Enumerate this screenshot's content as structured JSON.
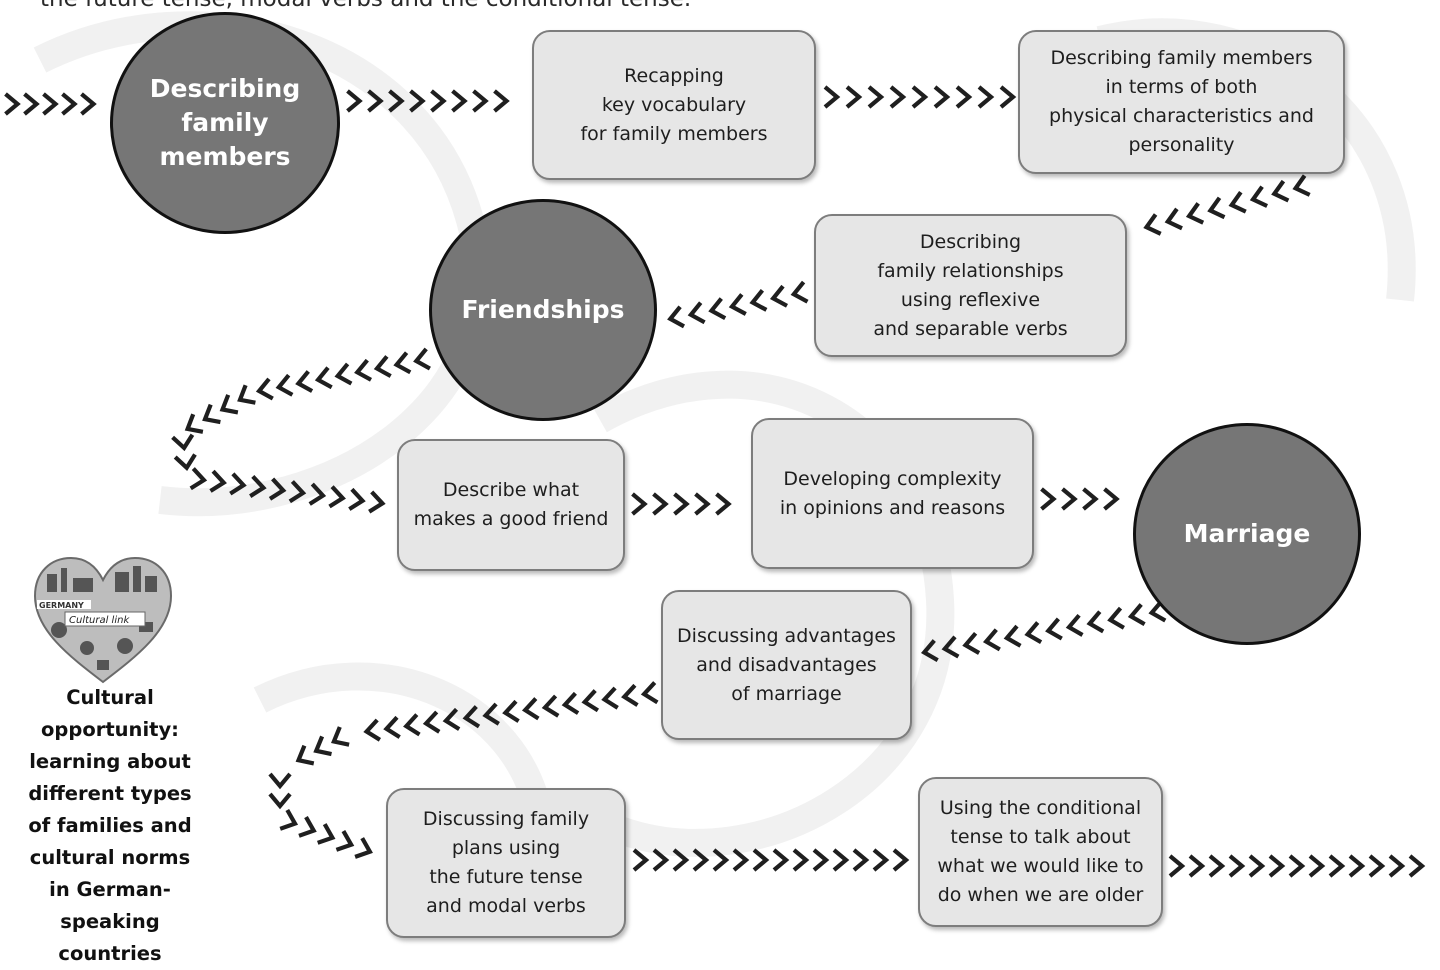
{
  "intro_text": "the future tense, modal verbs and the conditional tense.",
  "topics": {
    "family": "Describing family members",
    "friendships": "Friendships",
    "marriage": "Marriage"
  },
  "steps": {
    "recap": "Recapping\nkey vocabulary\nfor family members",
    "describe_members": "Describing family members\nin terms of both\nphysical characteristics and\npersonality",
    "relationships": "Describing\nfamily relationships\nusing reflexive\nand separable verbs",
    "good_friend": "Describe what\nmakes a good friend",
    "complexity": "Developing complexity\nin opinions and reasons",
    "marriage_pros_cons": "Discussing advantages\nand disadvantages\nof marriage",
    "family_plans": "Discussing family\nplans using\nthe future tense\nand modal verbs",
    "conditional": "Using the conditional\ntense to talk about\nwhat we would like to\ndo when we are older"
  },
  "cultural_link": {
    "badge_line1": "GERMANY",
    "badge_line2": "Cultural link",
    "caption": "Cultural\nopportunity:\nlearning about\ndifferent types\nof families and\ncultural norms\nin German-\nspeaking\ncountries"
  },
  "colors": {
    "topic_fill": "#767676",
    "box_fill": "#e6e6e6",
    "arrow": "#1f1f1f"
  }
}
